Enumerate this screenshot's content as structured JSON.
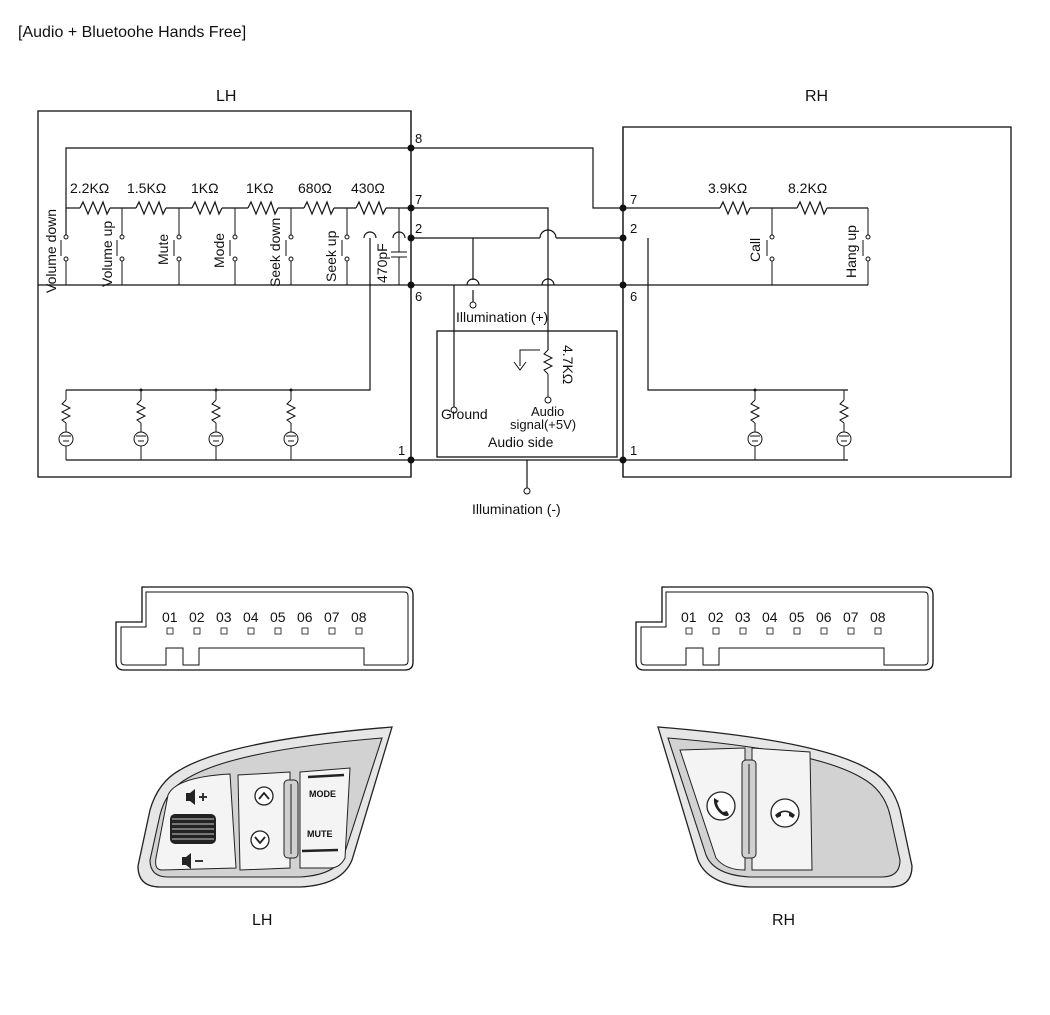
{
  "title": "[Audio + Bluetoohe Hands Free]",
  "schematic": {
    "lh_label": "LH",
    "rh_label": "RH",
    "lh_resistors": [
      "2.2KΩ",
      "1.5KΩ",
      "1KΩ",
      "1KΩ",
      "680Ω",
      "430Ω"
    ],
    "lh_switches": [
      "Volume down",
      "Volume up",
      "Mute",
      "Mode",
      "Seek down",
      "Seek up"
    ],
    "lh_capacitor": "470pF",
    "rh_resistors": [
      "3.9KΩ",
      "8.2KΩ"
    ],
    "rh_switches": [
      "Call",
      "Hang up"
    ],
    "pins_lh": [
      "8",
      "7",
      "2",
      "6",
      "1"
    ],
    "pins_rh": [
      "7",
      "2",
      "6",
      "1"
    ],
    "illumination_plus": "Illumination (+)",
    "illumination_minus": "Illumination (-)",
    "audio_resistor": "4.7KΩ",
    "ground": "Ground",
    "audio_signal_line1": "Audio",
    "audio_signal_line2": "signal(+5V)",
    "audio_side": "Audio side"
  },
  "connectors": {
    "lh_pins": [
      "01",
      "02",
      "03",
      "04",
      "05",
      "06",
      "07",
      "08"
    ],
    "rh_pins": [
      "01",
      "02",
      "03",
      "04",
      "05",
      "06",
      "07",
      "08"
    ]
  },
  "switch_units": {
    "lh_caption": "LH",
    "rh_caption": "RH",
    "lh_mode_label": "MODE",
    "lh_mute_label": "MUTE"
  },
  "icons": [
    "volume-up-icon",
    "volume-down-icon",
    "arrow-up-icon",
    "arrow-down-icon",
    "phone-call-icon",
    "phone-hangup-icon"
  ]
}
